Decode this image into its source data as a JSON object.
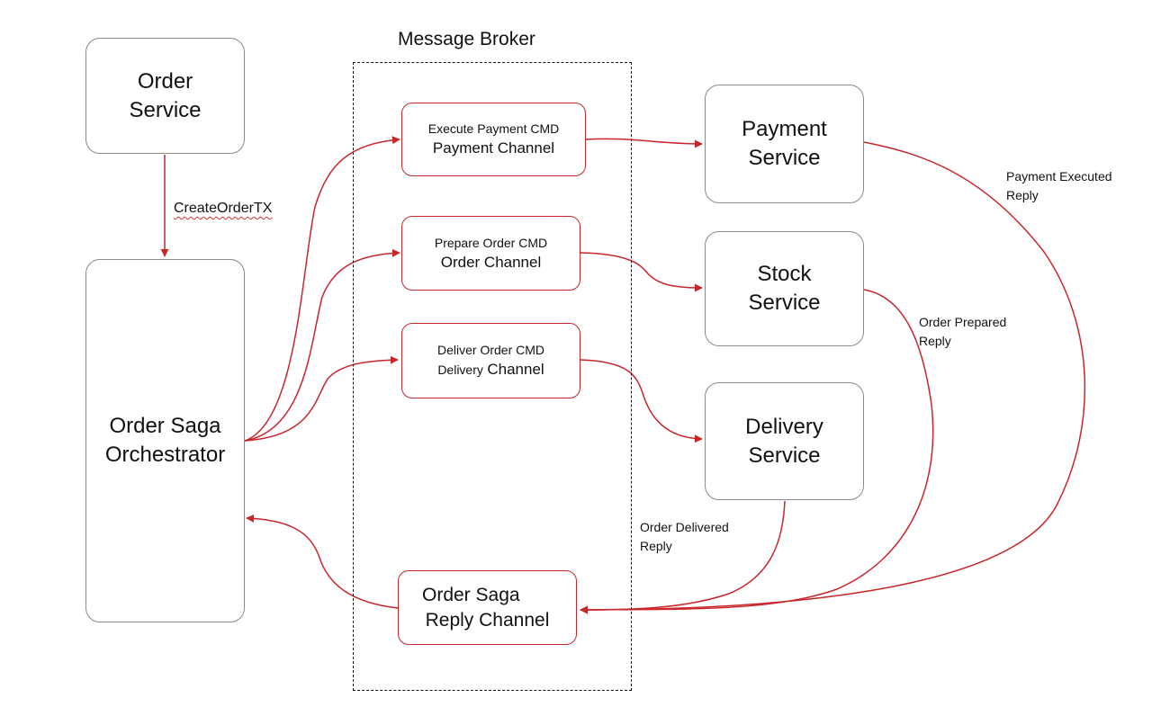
{
  "broker": {
    "title": "Message Broker"
  },
  "services": {
    "order": [
      "Order",
      "Service"
    ],
    "orchestrator": [
      "Order Saga",
      "Orchestrator"
    ],
    "payment": [
      "Payment",
      "Service"
    ],
    "stock": [
      "Stock",
      "Service"
    ],
    "delivery": [
      "Delivery",
      "Service"
    ]
  },
  "channels": {
    "payment": {
      "command": "Execute Payment CMD",
      "name": "Payment Channel"
    },
    "order": {
      "command": "Prepare Order CMD",
      "name": "Order Channel"
    },
    "delivery": {
      "command": "Deliver Order CMD",
      "name_a": "Delivery",
      "name_b": "Channel"
    },
    "reply": [
      "Order Saga",
      "Reply Channel"
    ]
  },
  "edges": {
    "create_order": "CreateOrderTX",
    "payment_reply": "Payment Executed\nReply",
    "order_reply": "Order Prepared\nReply",
    "delivery_reply": "Order Delivered\nReply"
  },
  "colors": {
    "arrow": "#c8262b",
    "service_border": "#8a8a8a",
    "broker_border": "#111111"
  }
}
